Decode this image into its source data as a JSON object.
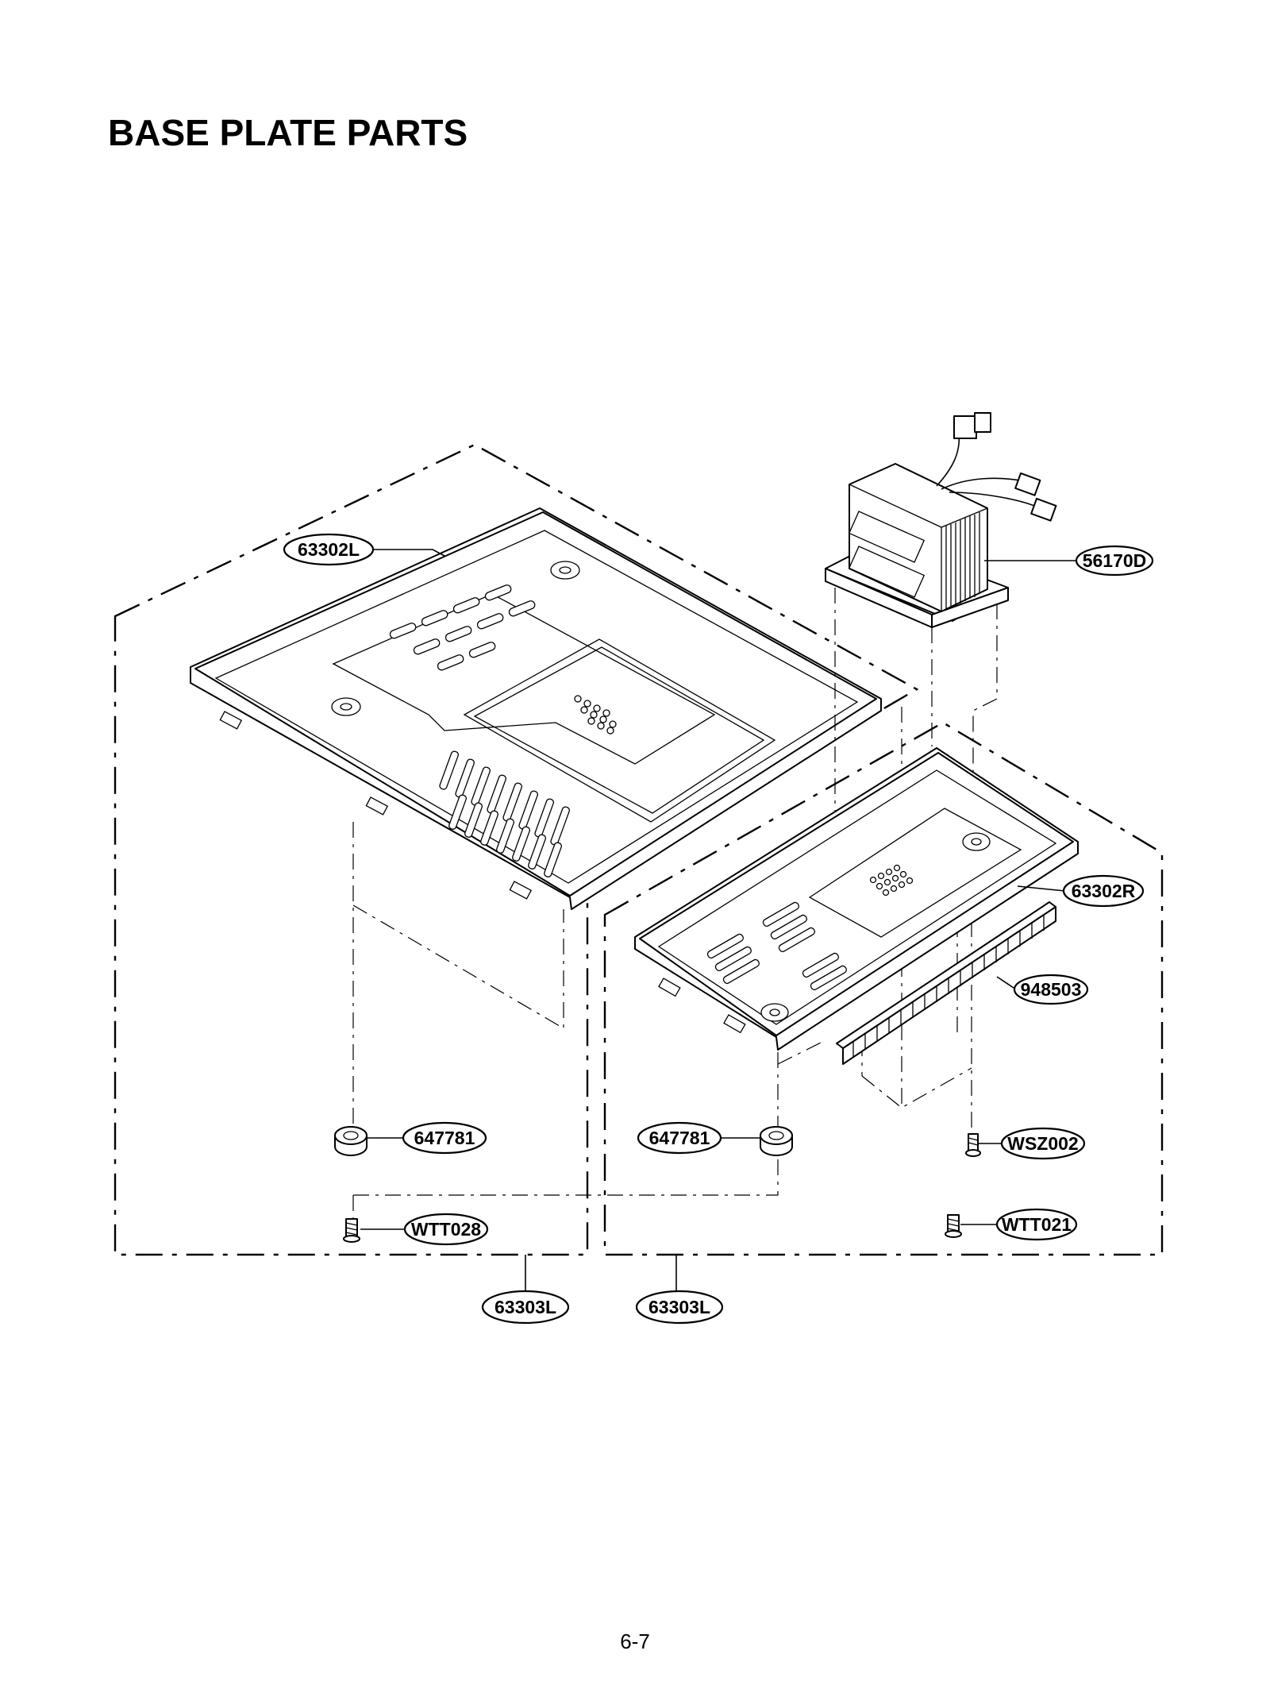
{
  "title": "BASE PLATE PARTS",
  "page_number": "6-7",
  "callouts": {
    "c0": "63302L",
    "c1": "56170D",
    "c2": "63302R",
    "c3": "948503",
    "c4": "647781",
    "c5": "647781",
    "c6": "WSZ002",
    "c7": "WTT028",
    "c8": "WTT021",
    "c9": "63303L",
    "c10": "63303L"
  }
}
